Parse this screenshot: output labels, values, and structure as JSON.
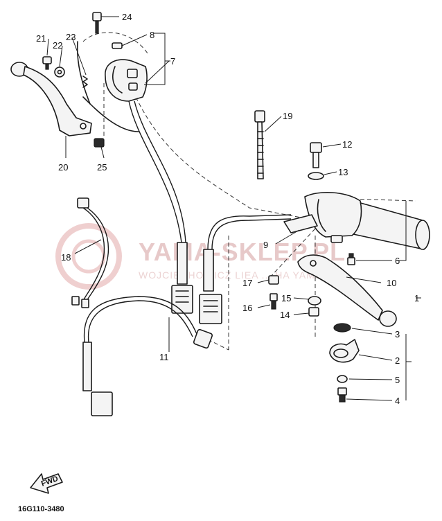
{
  "diagram_code": "16G110-3480",
  "fwd_label": "FWD",
  "watermark": {
    "main": "YAMA-SKLEP.PL",
    "sub": "WOJCIECHOWICZ LIEA ... HA YAMAHA"
  },
  "callouts": {
    "c1": "1",
    "c2": "2",
    "c3": "3",
    "c4": "4",
    "c5": "5",
    "c6": "6",
    "c7": "7",
    "c8": "8",
    "c9": "9",
    "c10": "10",
    "c11": "11",
    "c12": "12",
    "c13": "13",
    "c14": "14",
    "c15": "15",
    "c16": "16",
    "c17": "17",
    "c18": "18",
    "c19": "19",
    "c20": "20",
    "c21": "21",
    "c22": "22",
    "c23": "23",
    "c24": "24",
    "c25": "25"
  }
}
